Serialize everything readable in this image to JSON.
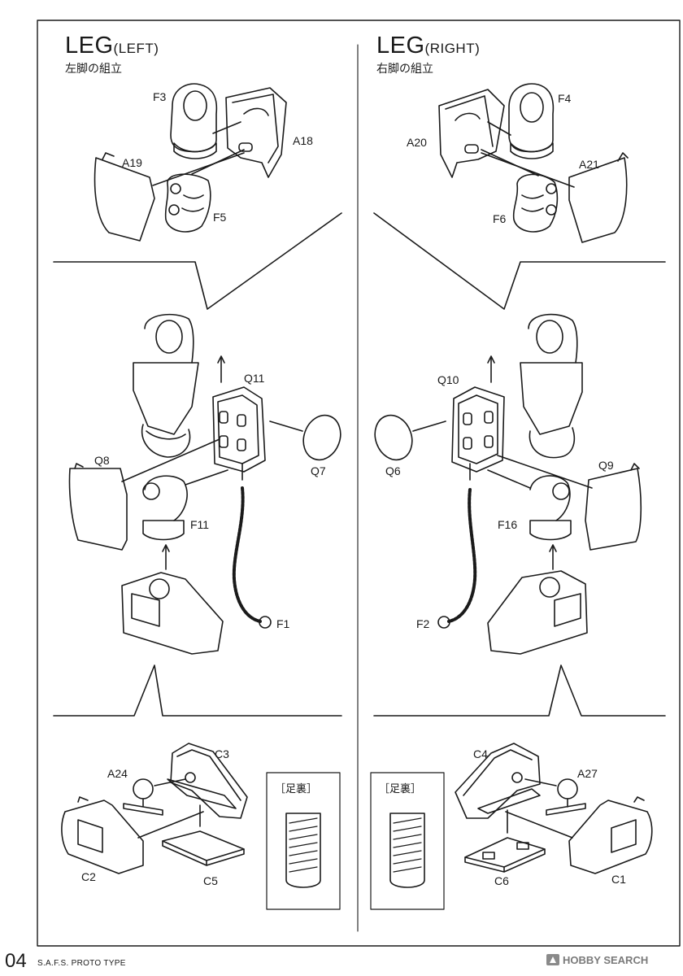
{
  "left": {
    "title": "LEG",
    "side": "(LEFT)",
    "subtitle": "左脚の組立",
    "upper_parts": [
      "F3",
      "A18",
      "A19",
      "F5"
    ],
    "middle_parts": [
      "Q11",
      "Q7",
      "Q8",
      "F11",
      "F1"
    ],
    "lower_parts": [
      "C3",
      "A24",
      "C2",
      "C5"
    ],
    "sole_label": "［足裏］"
  },
  "right": {
    "title": "LEG",
    "side": "(RIGHT)",
    "subtitle": "右脚の組立",
    "upper_parts": [
      "F4",
      "A20",
      "A21",
      "F6"
    ],
    "middle_parts": [
      "Q10",
      "Q6",
      "Q9",
      "F16",
      "F2"
    ],
    "lower_parts": [
      "C4",
      "A27",
      "C1",
      "C6"
    ],
    "sole_label": "［足裏］"
  },
  "footer": {
    "page_number": "04",
    "product_name": "S.A.F.S. PROTO TYPE",
    "watermark": "HOBBY SEARCH"
  },
  "icons": [
    "hobby-search-logo-icon"
  ]
}
